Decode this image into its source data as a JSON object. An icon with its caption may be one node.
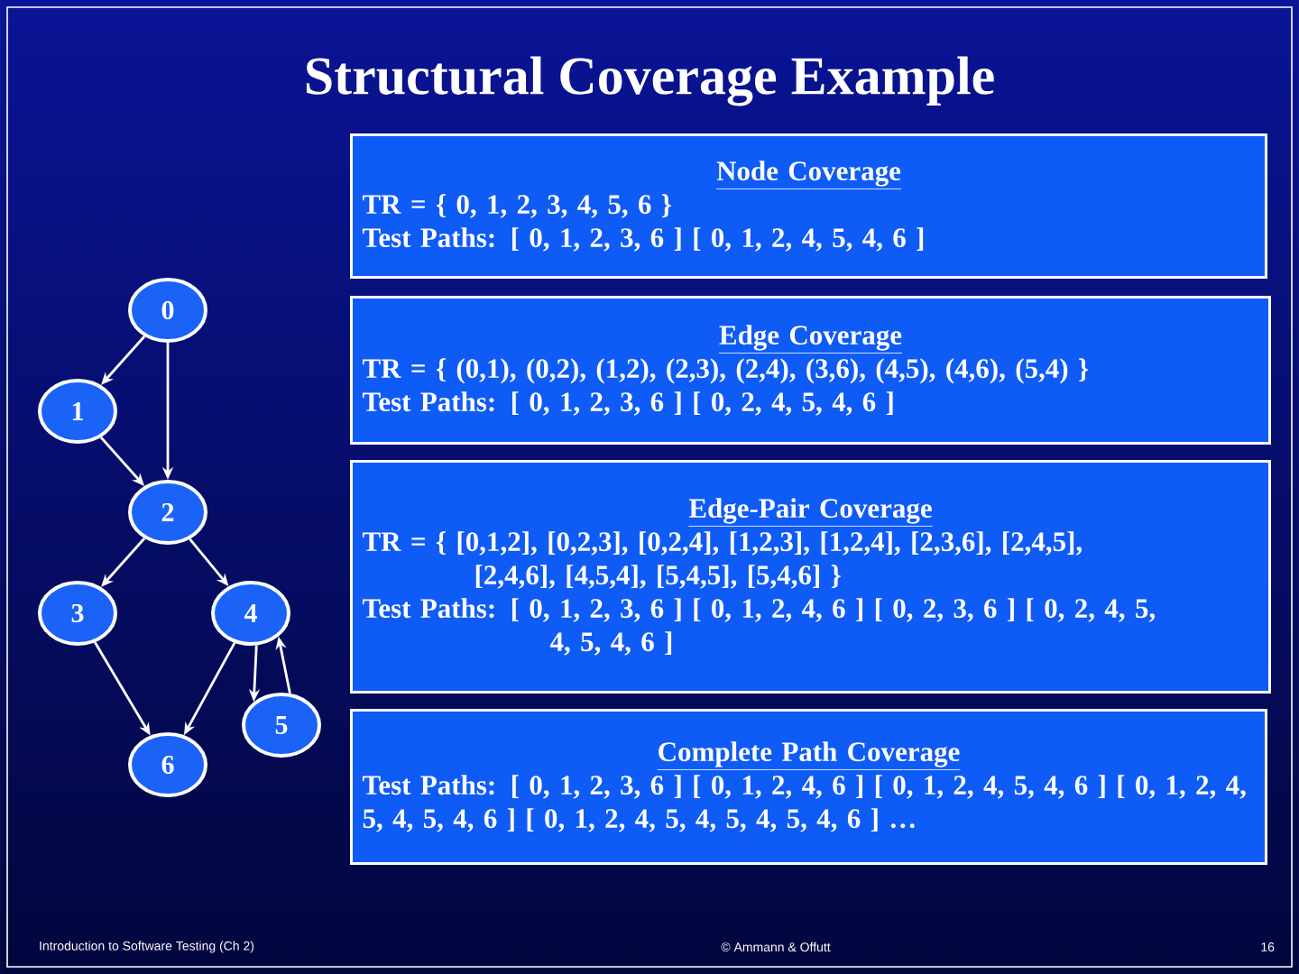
{
  "diagram": {
    "title": "Structural Coverage Example",
    "nodes": [
      {
        "text": [
          "0"
        ]
      },
      {
        "text": [
          "1"
        ]
      },
      {
        "text": [
          "2"
        ]
      },
      {
        "text": [
          "3"
        ]
      },
      {
        "text": [
          "4"
        ]
      },
      {
        "text": [
          "5"
        ]
      },
      {
        "text": [
          "6"
        ]
      },
      {
        "text": [
          "Node Coverage",
          "TR = { 0, 1, 2, 3, 4, 5, 6 }",
          "Test Paths: [ 0, 1, 2, 3, 6 ] [ 0, 1, 2, 4, 5, 4, 6 ]"
        ]
      },
      {
        "text": [
          "Edge Coverage",
          "TR = { (0,1), (0,2), (1,2), (2,3), (2,4), (3,6), (4,5), (4,6), (5,4) }",
          "Test Paths: [ 0, 1, 2, 3, 6 ] [ 0, 2, 4, 5, 4, 6 ]"
        ]
      },
      {
        "text": [
          "Edge-Pair Coverage",
          "TR = { [0,1,2], [0,2,3], [0,2,4], [1,2,3], [1,2,4], [2,3,6], [2,4,5], [2,4,6], [4,5,4], [5,4,5], [5,4,6] }",
          "Test Paths: [ 0, 1, 2, 3, 6 ] [ 0, 1, 2, 4, 6 ] [ 0, 2, 3, 6 ] [ 0, 2, 4, 5, 4, 5, 4, 6 ]"
        ]
      },
      {
        "text": [
          "Complete Path Coverage",
          "Test Paths: [ 0, 1, 2, 3, 6 ] [ 0, 1, 2, 4, 6 ] [ 0, 1, 2, 4, 5, 4, 6 ] [ 0, 1, 2, 4, 5, 4, 5, 4, 6 ] [ 0, 1, 2, 4, 5, 4, 5, 4, 5, 4, 6 ] …"
        ]
      }
    ],
    "edges": [
      {
        "from": 0,
        "to": 1,
        "arrow": "to"
      },
      {
        "from": 0,
        "to": 2,
        "arrow": "to"
      },
      {
        "from": 1,
        "to": 2,
        "arrow": "to"
      },
      {
        "from": 2,
        "to": 3,
        "arrow": "to"
      },
      {
        "from": 2,
        "to": 4,
        "arrow": "to"
      },
      {
        "from": 3,
        "to": 6,
        "arrow": "to"
      },
      {
        "from": 4,
        "to": 6,
        "arrow": "to"
      },
      {
        "from": 4,
        "to": 5,
        "arrow": "to"
      },
      {
        "from": 5,
        "to": 4,
        "arrow": "to"
      }
    ],
    "labels": [
      "Introduction to Software Testing (Ch 2)",
      "© Ammann & Offutt",
      "16"
    ]
  }
}
